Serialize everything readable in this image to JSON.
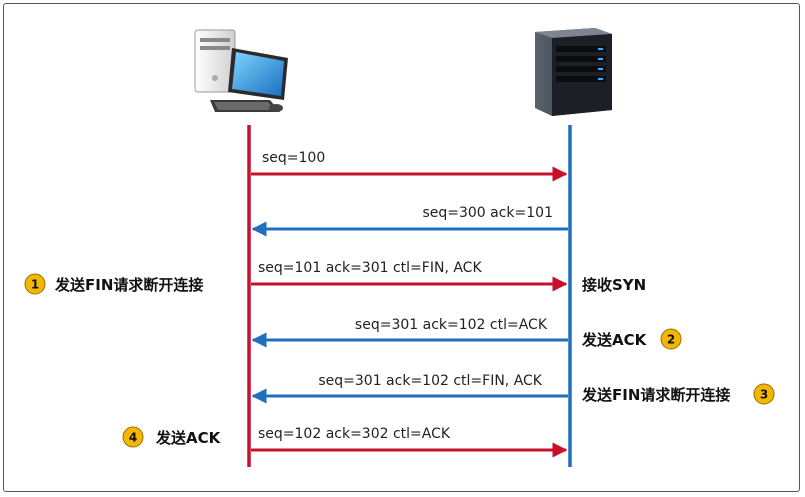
{
  "messages": [
    {
      "label": "seq=100",
      "direction": "right",
      "color": "#c8102e"
    },
    {
      "label": "seq=300 ack=101",
      "direction": "left",
      "color": "#1f6fbf"
    },
    {
      "label": "seq=101 ack=301 ctl=FIN, ACK",
      "direction": "right",
      "color": "#c8102e"
    },
    {
      "label": "seq=301 ack=102 ctl=ACK",
      "direction": "left",
      "color": "#1f6fbf"
    },
    {
      "label": "seq=301 ack=102 ctl=FIN, ACK",
      "direction": "left",
      "color": "#1f6fbf"
    },
    {
      "label": "seq=102 ack=302 ctl=ACK",
      "direction": "right",
      "color": "#c8102e"
    }
  ],
  "steps": {
    "step1": {
      "number": "1",
      "text": "发送FIN请求断开连接"
    },
    "step2": {
      "number": "2",
      "text": "发送ACK"
    },
    "step3": {
      "number": "3",
      "text": "发送FIN请求断开连接"
    },
    "step4": {
      "number": "4",
      "text": "发送ACK"
    },
    "receive_syn": "接收SYN"
  },
  "colors": {
    "client_line": "#c8102e",
    "server_line": "#1f6fbf",
    "badge_fill": "#f2b705"
  },
  "icons": {
    "client": "desktop-computer-icon",
    "server": "server-rack-icon"
  }
}
